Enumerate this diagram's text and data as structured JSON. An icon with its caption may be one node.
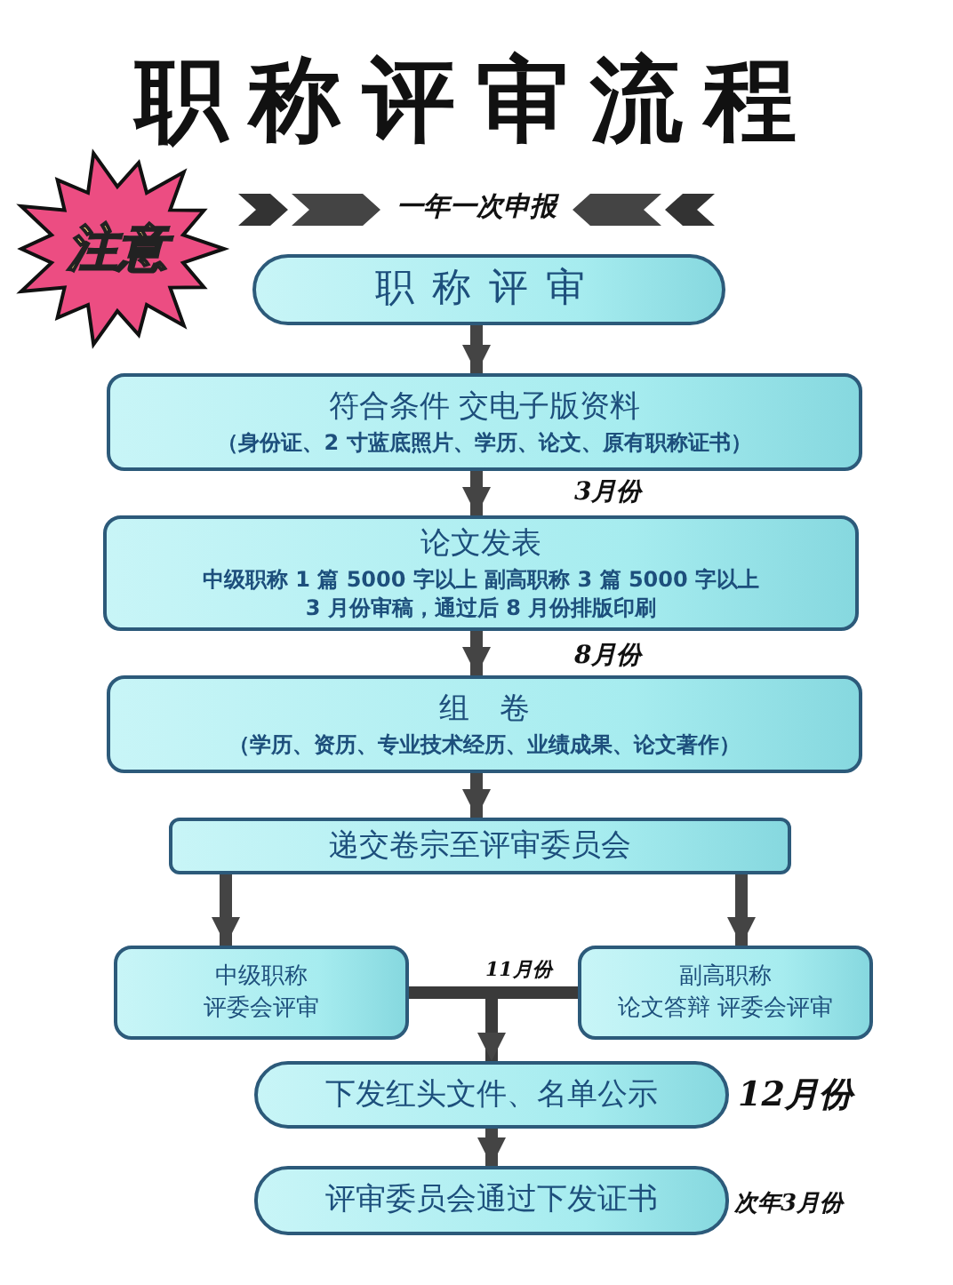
{
  "diagram": {
    "title": "职称评审流程",
    "nodes": [
      {
        "text": [
          "注意"
        ]
      },
      {
        "text": [
          "职称评审"
        ]
      },
      {
        "text": [
          "符合条件 交电子版资料",
          "（身份证、2 寸蓝底照片、学历、论文、原有职称证书）"
        ]
      },
      {
        "text": [
          "论文发表",
          "中级职称 1 篇 5000 字以上  副高职称 3 篇 5000 字以上",
          "3 月份审稿，通过后 8 月份排版印刷"
        ]
      },
      {
        "text": [
          "组　卷",
          "（学历、资历、专业技术经历、业绩成果、论文著作）"
        ]
      },
      {
        "text": [
          "递交卷宗至评审委员会"
        ]
      },
      {
        "text": [
          "中级职称",
          "评委会评审"
        ]
      },
      {
        "text": [
          "副高职称",
          "论文答辩  评委会评审"
        ]
      },
      {
        "text": [
          "下发红头文件、名单公示"
        ],
        "beside": [
          "12月份"
        ]
      },
      {
        "text": [
          "评审委员会通过下发证书"
        ],
        "beside": [
          "次年3月份"
        ]
      }
    ],
    "edges": [
      {
        "from": 1,
        "to": 2,
        "arrow": "to"
      },
      {
        "from": 2,
        "to": 3,
        "arrow": "to",
        "label": "3月份"
      },
      {
        "from": 3,
        "to": 4,
        "arrow": "to",
        "label": "8月份"
      },
      {
        "from": 4,
        "to": 5,
        "arrow": "to"
      },
      {
        "from": 5,
        "to": 6,
        "arrow": "to"
      },
      {
        "from": 5,
        "to": 7,
        "arrow": "to"
      },
      {
        "from": 6,
        "to": 8,
        "arrow": "to",
        "label": "11月份"
      },
      {
        "from": 7,
        "to": 8,
        "arrow": "to"
      },
      {
        "from": 8,
        "to": 9,
        "arrow": "to"
      }
    ],
    "labels": [
      "一年一次申报"
    ]
  }
}
